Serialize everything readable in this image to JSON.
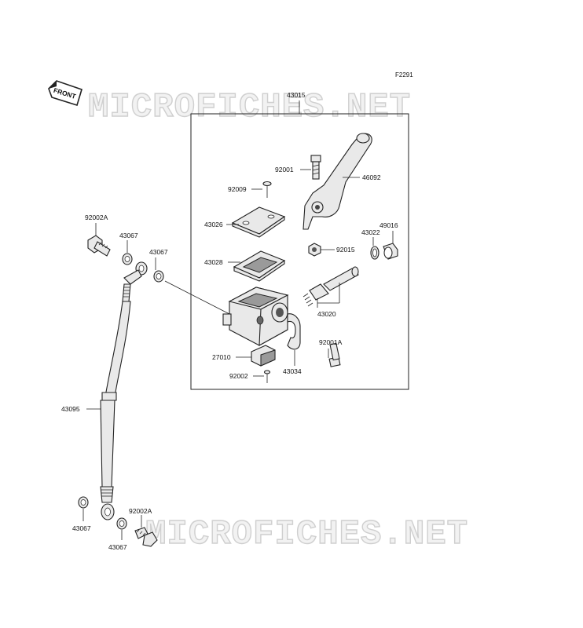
{
  "figure_code": "F2291",
  "front_label": "FRONT",
  "watermark_text": "MICROFICHES.NET",
  "parts": {
    "master_cylinder_assy": "43015",
    "bolt_lever": "92001",
    "lever": "46092",
    "screw_cap": "92009",
    "cap": "43026",
    "diaphragm": "43028",
    "nut": "92015",
    "boot": "43022",
    "bushing": "49016",
    "piston_set": "43020",
    "bolt_clamp": "92001A",
    "switch": "27010",
    "screw_switch": "92002",
    "clamp": "43034",
    "banjo_bolt_upper": "92002A",
    "washer_upper_1": "43067",
    "washer_upper_2": "43067",
    "brake_hose": "43095",
    "washer_lower_1": "43067",
    "washer_lower_2": "43067",
    "banjo_bolt_lower": "92002A"
  },
  "colors": {
    "line": "#222222",
    "part_fill": "#e9e9e9",
    "watermark": "#cfcfcf"
  }
}
